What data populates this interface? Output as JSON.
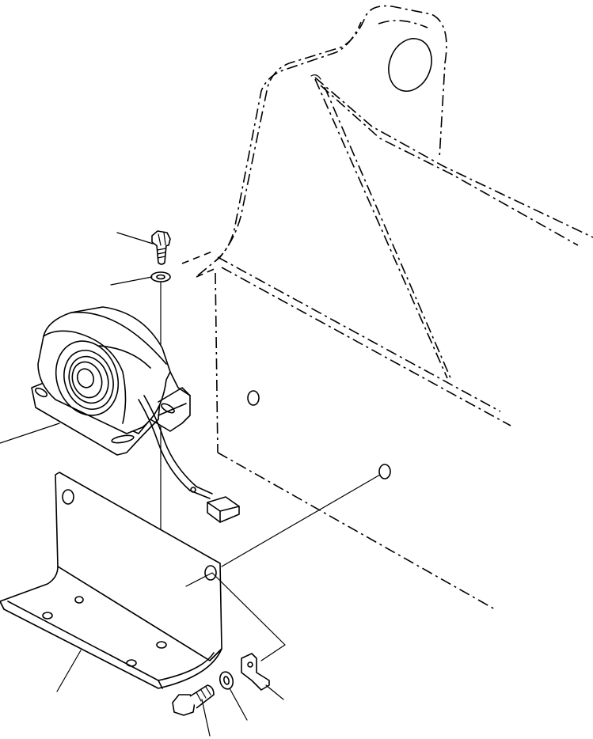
{
  "figure": {
    "kind": "exploded parts diagram",
    "colors": {
      "ink": "#000000",
      "paper": "#ffffff"
    },
    "parts": [
      {
        "id": "bolt-top"
      },
      {
        "id": "washer-top"
      },
      {
        "id": "backup-alarm"
      },
      {
        "id": "mounting-bracket"
      },
      {
        "id": "bolt-bottom"
      },
      {
        "id": "washer-bottom"
      },
      {
        "id": "clip"
      }
    ]
  }
}
